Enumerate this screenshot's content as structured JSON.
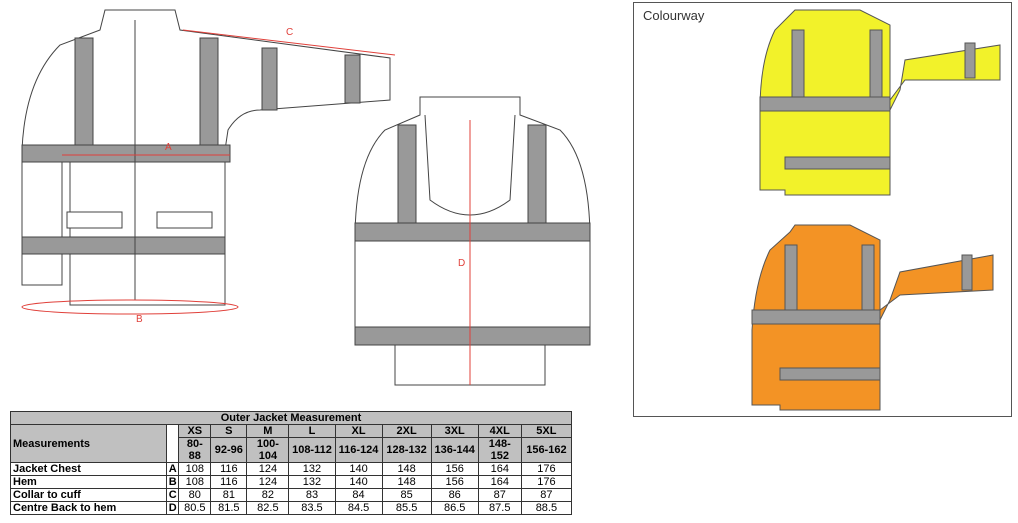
{
  "labels": {
    "a": "A",
    "b": "B",
    "c": "C",
    "d": "D"
  },
  "colourway": {
    "title": "Colourway",
    "colors": {
      "yellow": "#f2f22a",
      "orange": "#f39325"
    }
  },
  "table": {
    "title": "Outer Jacket Measurement",
    "header_label": "Measurements",
    "sizes": [
      "XS",
      "S",
      "M",
      "L",
      "XL",
      "2XL",
      "3XL",
      "4XL",
      "5XL"
    ],
    "ranges": [
      "80-88",
      "92-96",
      "100-104",
      "108-112",
      "116-124",
      "128-132",
      "136-144",
      "148-152",
      "156-162"
    ],
    "rows": [
      {
        "name": "Jacket Chest",
        "code": "A",
        "values": [
          "108",
          "116",
          "124",
          "132",
          "140",
          "148",
          "156",
          "164",
          "176"
        ]
      },
      {
        "name": "Hem",
        "code": "B",
        "values": [
          "108",
          "116",
          "124",
          "132",
          "140",
          "148",
          "156",
          "164",
          "176"
        ]
      },
      {
        "name": "Collar to cuff",
        "code": "C",
        "values": [
          "80",
          "81",
          "82",
          "83",
          "84",
          "85",
          "86",
          "87",
          "87"
        ]
      },
      {
        "name": "Centre Back to hem",
        "code": "D",
        "values": [
          "80.5",
          "81.5",
          "82.5",
          "83.5",
          "84.5",
          "85.5",
          "86.5",
          "87.5",
          "88.5"
        ]
      }
    ]
  }
}
